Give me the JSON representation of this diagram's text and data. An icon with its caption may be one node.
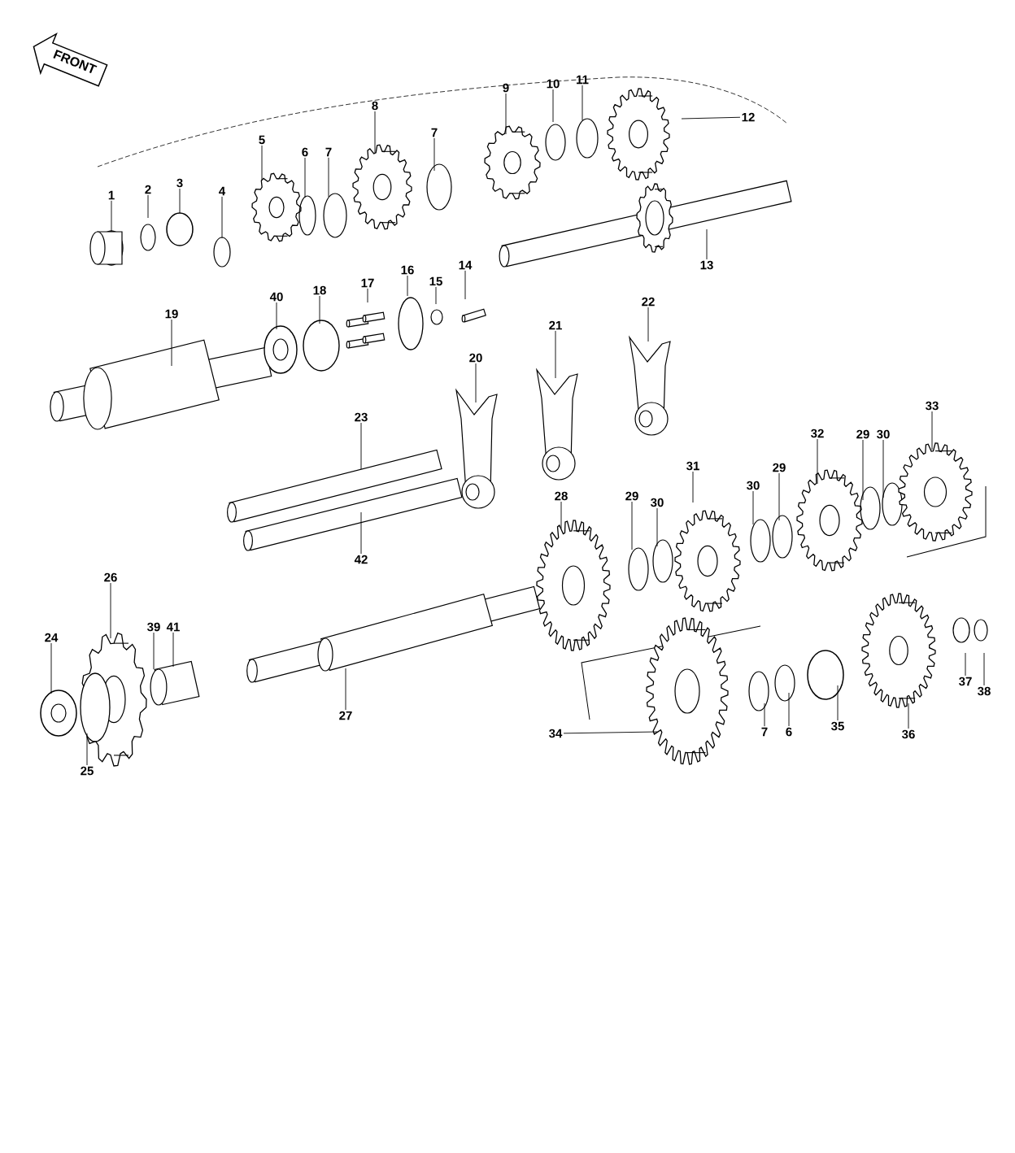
{
  "diagram": {
    "nodes": [
      {
        "text": [
          "1"
        ]
      },
      {
        "text": [
          "2"
        ]
      },
      {
        "text": [
          "3"
        ]
      },
      {
        "text": [
          "4"
        ]
      },
      {
        "text": [
          "5"
        ]
      },
      {
        "text": [
          "6"
        ]
      },
      {
        "text": [
          "7"
        ]
      },
      {
        "text": [
          "8"
        ]
      },
      {
        "text": [
          "7"
        ]
      },
      {
        "text": [
          "9"
        ]
      },
      {
        "text": [
          "10"
        ]
      },
      {
        "text": [
          "11"
        ]
      },
      {
        "text": [
          "12"
        ]
      },
      {
        "text": [
          "13"
        ]
      },
      {
        "text": [
          "14"
        ]
      },
      {
        "text": [
          "15"
        ]
      },
      {
        "text": [
          "16"
        ]
      },
      {
        "text": [
          "17"
        ]
      },
      {
        "text": [
          "18"
        ]
      },
      {
        "text": [
          "40"
        ]
      },
      {
        "text": [
          "19"
        ]
      },
      {
        "text": [
          "22"
        ]
      },
      {
        "text": [
          "21"
        ]
      },
      {
        "text": [
          "20"
        ]
      },
      {
        "text": [
          "23"
        ]
      },
      {
        "text": [
          "42"
        ]
      },
      {
        "text": [
          "33"
        ]
      },
      {
        "text": [
          "32"
        ]
      },
      {
        "text": [
          "29"
        ]
      },
      {
        "text": [
          "30"
        ]
      },
      {
        "text": [
          "31"
        ]
      },
      {
        "text": [
          "30"
        ]
      },
      {
        "text": [
          "29"
        ]
      },
      {
        "text": [
          "28"
        ]
      },
      {
        "text": [
          "29"
        ]
      },
      {
        "text": [
          "30"
        ]
      },
      {
        "text": [
          "26"
        ]
      },
      {
        "text": [
          "24"
        ]
      },
      {
        "text": [
          "39"
        ]
      },
      {
        "text": [
          "41"
        ]
      },
      {
        "text": [
          "25"
        ]
      },
      {
        "text": [
          "27"
        ]
      },
      {
        "text": [
          "34"
        ]
      },
      {
        "text": [
          "7"
        ]
      },
      {
        "text": [
          "6"
        ]
      },
      {
        "text": [
          "35"
        ]
      },
      {
        "text": [
          "36"
        ]
      },
      {
        "text": [
          "37"
        ]
      },
      {
        "text": [
          "38"
        ]
      }
    ],
    "edges": [
      {
        "from": 0,
        "to": null,
        "arrow": "none"
      },
      {
        "from": 1,
        "to": null,
        "arrow": "none"
      },
      {
        "from": 2,
        "to": null,
        "arrow": "none"
      },
      {
        "from": 3,
        "to": null,
        "arrow": "none"
      },
      {
        "from": 4,
        "to": null,
        "arrow": "none"
      },
      {
        "from": 5,
        "to": null,
        "arrow": "none"
      },
      {
        "from": 6,
        "to": null,
        "arrow": "none"
      },
      {
        "from": 7,
        "to": null,
        "arrow": "none"
      },
      {
        "from": 8,
        "to": null,
        "arrow": "none"
      },
      {
        "from": 9,
        "to": null,
        "arrow": "none"
      },
      {
        "from": 10,
        "to": null,
        "arrow": "none"
      },
      {
        "from": 11,
        "to": null,
        "arrow": "none"
      },
      {
        "from": 12,
        "to": null,
        "arrow": "none"
      },
      {
        "from": 13,
        "to": null,
        "arrow": "none"
      },
      {
        "from": 14,
        "to": null,
        "arrow": "none"
      },
      {
        "from": 15,
        "to": null,
        "arrow": "none"
      },
      {
        "from": 16,
        "to": null,
        "arrow": "none"
      },
      {
        "from": 17,
        "to": null,
        "arrow": "none"
      },
      {
        "from": 18,
        "to": null,
        "arrow": "none"
      },
      {
        "from": 19,
        "to": null,
        "arrow": "none"
      },
      {
        "from": 20,
        "to": null,
        "arrow": "none"
      },
      {
        "from": 21,
        "to": null,
        "arrow": "none"
      },
      {
        "from": 22,
        "to": null,
        "arrow": "none"
      },
      {
        "from": 23,
        "to": null,
        "arrow": "none"
      },
      {
        "from": 24,
        "to": null,
        "arrow": "none"
      },
      {
        "from": 25,
        "to": null,
        "arrow": "none"
      },
      {
        "from": 26,
        "to": null,
        "arrow": "none"
      },
      {
        "from": 27,
        "to": null,
        "arrow": "none"
      },
      {
        "from": 28,
        "to": null,
        "arrow": "none"
      },
      {
        "from": 29,
        "to": null,
        "arrow": "none"
      },
      {
        "from": 30,
        "to": null,
        "arrow": "none"
      },
      {
        "from": 31,
        "to": null,
        "arrow": "none"
      },
      {
        "from": 32,
        "to": null,
        "arrow": "none"
      },
      {
        "from": 33,
        "to": null,
        "arrow": "none"
      },
      {
        "from": 34,
        "to": null,
        "arrow": "none"
      },
      {
        "from": 35,
        "to": null,
        "arrow": "none"
      },
      {
        "from": 36,
        "to": null,
        "arrow": "none"
      },
      {
        "from": 37,
        "to": null,
        "arrow": "none"
      },
      {
        "from": 38,
        "to": null,
        "arrow": "none"
      },
      {
        "from": 39,
        "to": null,
        "arrow": "none"
      },
      {
        "from": 40,
        "to": null,
        "arrow": "none"
      },
      {
        "from": 41,
        "to": null,
        "arrow": "none"
      },
      {
        "from": 42,
        "to": null,
        "arrow": "none"
      },
      {
        "from": 43,
        "to": null,
        "arrow": "none"
      },
      {
        "from": 44,
        "to": null,
        "arrow": "none"
      },
      {
        "from": 45,
        "to": null,
        "arrow": "none"
      },
      {
        "from": 46,
        "to": null,
        "arrow": "none"
      },
      {
        "from": 47,
        "to": null,
        "arrow": "none"
      },
      {
        "from": 48,
        "to": null,
        "arrow": "none"
      }
    ],
    "labels": [
      "FRONT"
    ]
  }
}
